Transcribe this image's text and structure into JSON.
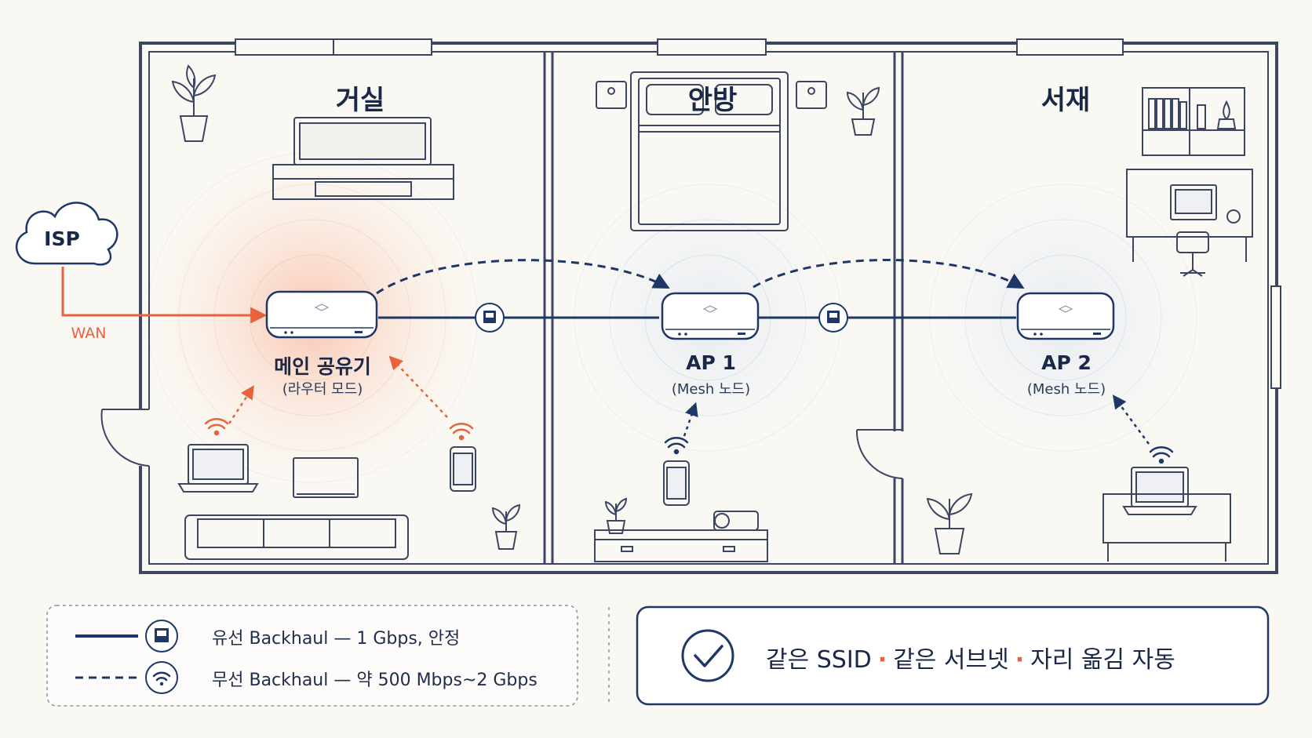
{
  "rooms": {
    "living": "거실",
    "master": "안방",
    "study": "서재"
  },
  "isp": {
    "label": "ISP",
    "wan": "WAN"
  },
  "devices": {
    "main": {
      "name": "메인 공유기",
      "sub": "(라우터 모드)"
    },
    "ap1": {
      "name": "AP 1",
      "sub": "(Mesh 노드)"
    },
    "ap2": {
      "name": "AP 2",
      "sub": "(Mesh 노드)"
    }
  },
  "legend": {
    "wired": "유선 Backhaul — 1 Gbps, 안정",
    "wireless": "무선 Backhaul — 약 500 Mbps~2 Gbps"
  },
  "footer": {
    "part1": "같은 SSID",
    "sep": "·",
    "part2": "같은 서브넷",
    "part3": "자리 옮김 자동"
  },
  "colors": {
    "navy": "#1e3766",
    "accent": "#e8623d"
  },
  "icons": {
    "wired": "ethernet-icon",
    "wireless": "wifi-icon",
    "check": "check-icon"
  }
}
